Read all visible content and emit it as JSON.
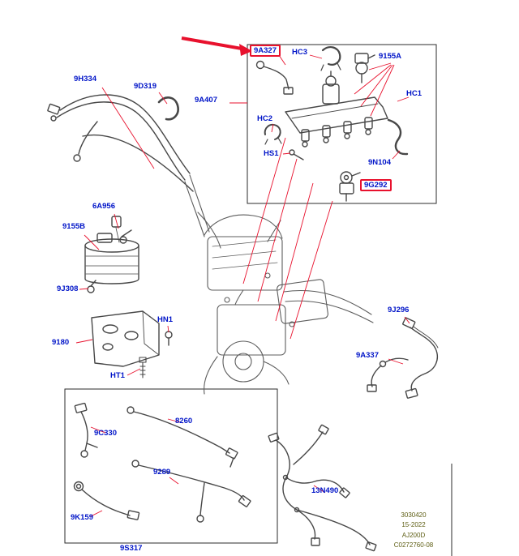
{
  "diagram": {
    "type": "automotive-parts-exploded-diagram",
    "selected_part": "9A327",
    "highlighted_parts": [
      "9A327",
      "9G292"
    ],
    "colors": {
      "callout_text": "#0014c8",
      "highlight_box": "#e8112d",
      "leader_line": "#e8112d",
      "line_art": "#474747",
      "footer_text": "#5e5e14"
    }
  },
  "callouts": {
    "p9h334": "9H334",
    "p9d319": "9D319",
    "p9a407": "9A407",
    "p9a327": "9A327",
    "phc3": "HC3",
    "p9155a": "9155A",
    "phc1": "HC1",
    "phc2": "HC2",
    "phs1": "HS1",
    "p9n104": "9N104",
    "p9g292": "9G292",
    "p6a956": "6A956",
    "p9155b": "9155B",
    "p9j308": "9J308",
    "p9180": "9180",
    "phn1": "HN1",
    "pht1": "HT1",
    "p9c330": "9C330",
    "p8260": "8260",
    "p9289": "9289",
    "p9k159": "9K159",
    "p9s317": "9S317",
    "p9j296": "9J296",
    "p9a337": "9A337",
    "p13n490": "13N490"
  },
  "footer": {
    "lines": [
      "3030420",
      "15-2022",
      "AJ200D",
      "C0272760-08"
    ]
  }
}
